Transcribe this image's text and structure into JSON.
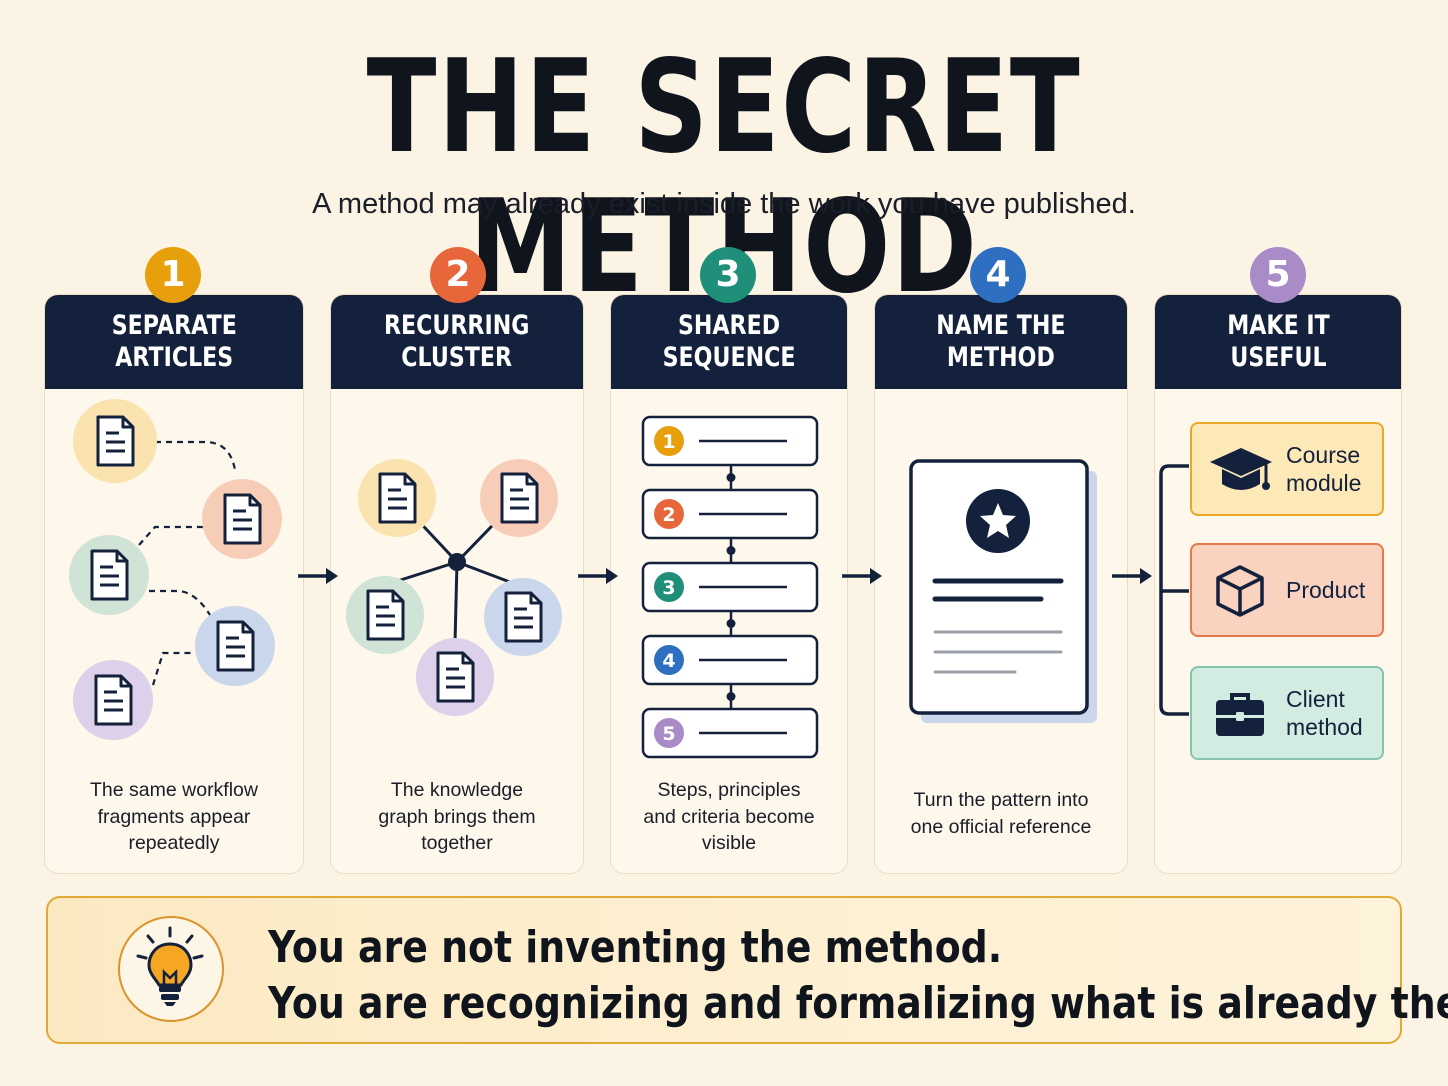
{
  "title": "THE SECRET METHOD",
  "subtitle": "A method may already exist inside the work you have published.",
  "colors": {
    "navy": "#14213d",
    "step1": "#e89f0c",
    "step2": "#e8673a",
    "step3": "#1f8f7a",
    "step4": "#2f6fc1",
    "step5": "#a98bc7",
    "banner_border": "#e3a935"
  },
  "steps": [
    {
      "number": "1",
      "title": "SEPARATE\nARTICLES",
      "caption": "The same workflow\nfragments appear\nrepeatedly"
    },
    {
      "number": "2",
      "title": "RECURRING\nCLUSTER",
      "caption": "The knowledge\ngraph brings them\ntogether"
    },
    {
      "number": "3",
      "title": "SHARED\nSEQUENCE",
      "caption": "Steps, principles\nand criteria become\nvisible"
    },
    {
      "number": "4",
      "title": "NAME THE\nMETHOD",
      "caption": "Turn the pattern into\none official reference"
    },
    {
      "number": "5",
      "title": "MAKE IT\nUSEFUL",
      "caption": ""
    }
  ],
  "sequence_numbers": [
    "1",
    "2",
    "3",
    "4",
    "5"
  ],
  "outputs": [
    {
      "label": "Course\nmodule",
      "icon": "graduation-cap-icon"
    },
    {
      "label": "Product",
      "icon": "box-icon"
    },
    {
      "label": "Client\nmethod",
      "icon": "briefcase-icon"
    }
  ],
  "banner": {
    "line1": "You are not inventing the method.",
    "line2": "You are recognizing and formalizing what is already there.",
    "icon": "lightbulb-icon"
  }
}
